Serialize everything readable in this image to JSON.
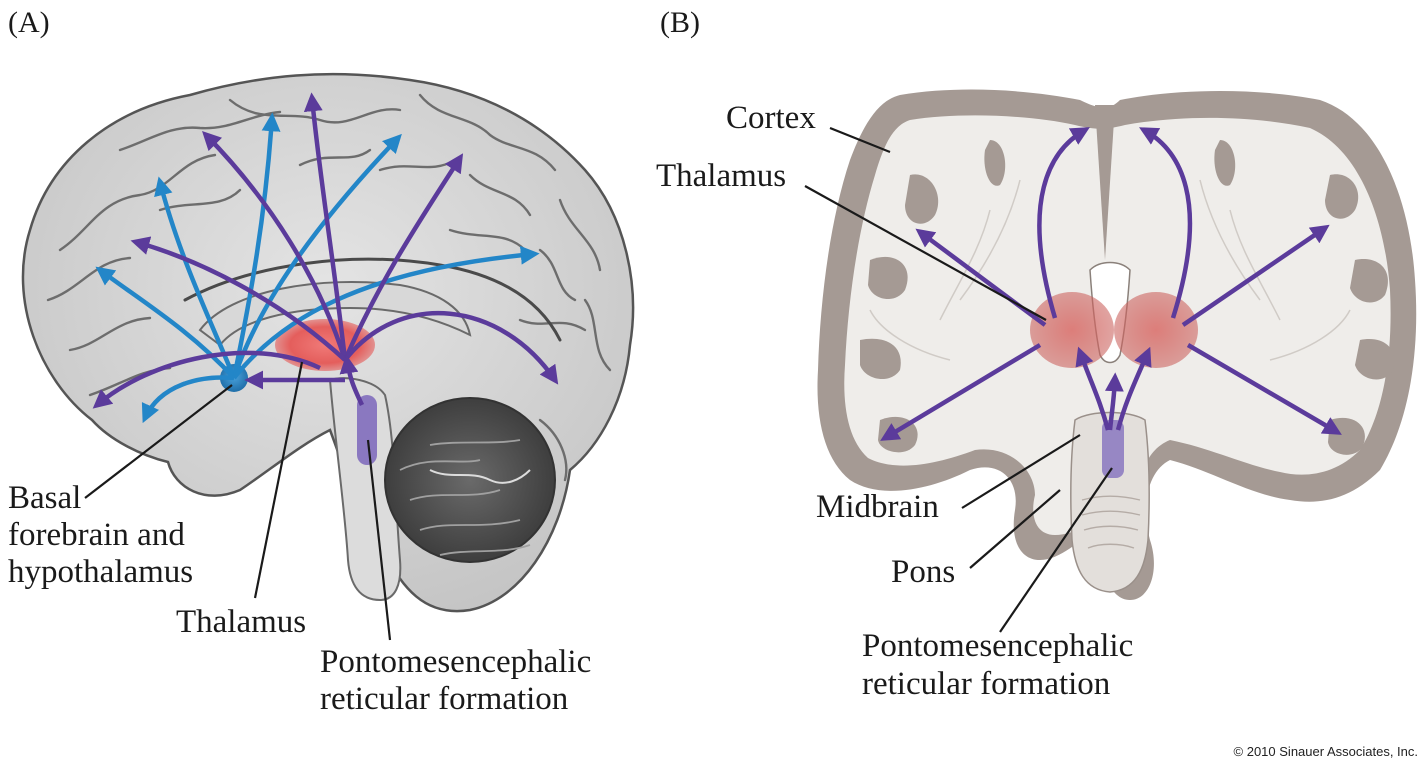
{
  "panels": {
    "a": {
      "letter": "(A)",
      "labels": {
        "basal_line1": "Basal",
        "basal_line2": "forebrain and",
        "basal_line3": "hypothalamus",
        "thalamus": "Thalamus",
        "prf_line1": "Pontomesencephalic",
        "prf_line2": "reticular formation"
      }
    },
    "b": {
      "letter": "(B)",
      "labels": {
        "cortex": "Cortex",
        "thalamus": "Thalamus",
        "midbrain": "Midbrain",
        "pons": "Pons",
        "prf_line1": "Pontomesencephalic",
        "prf_line2": "reticular formation"
      }
    }
  },
  "copyright": "© 2010 Sinauer Associates, Inc.",
  "colors": {
    "purple_arrow": "#5b3b9b",
    "blue_arrow": "#2386c8",
    "thalamus": "#e86464",
    "basal_forebrain": "#2a7fc0",
    "reticular_formation": "#8a78c0"
  }
}
